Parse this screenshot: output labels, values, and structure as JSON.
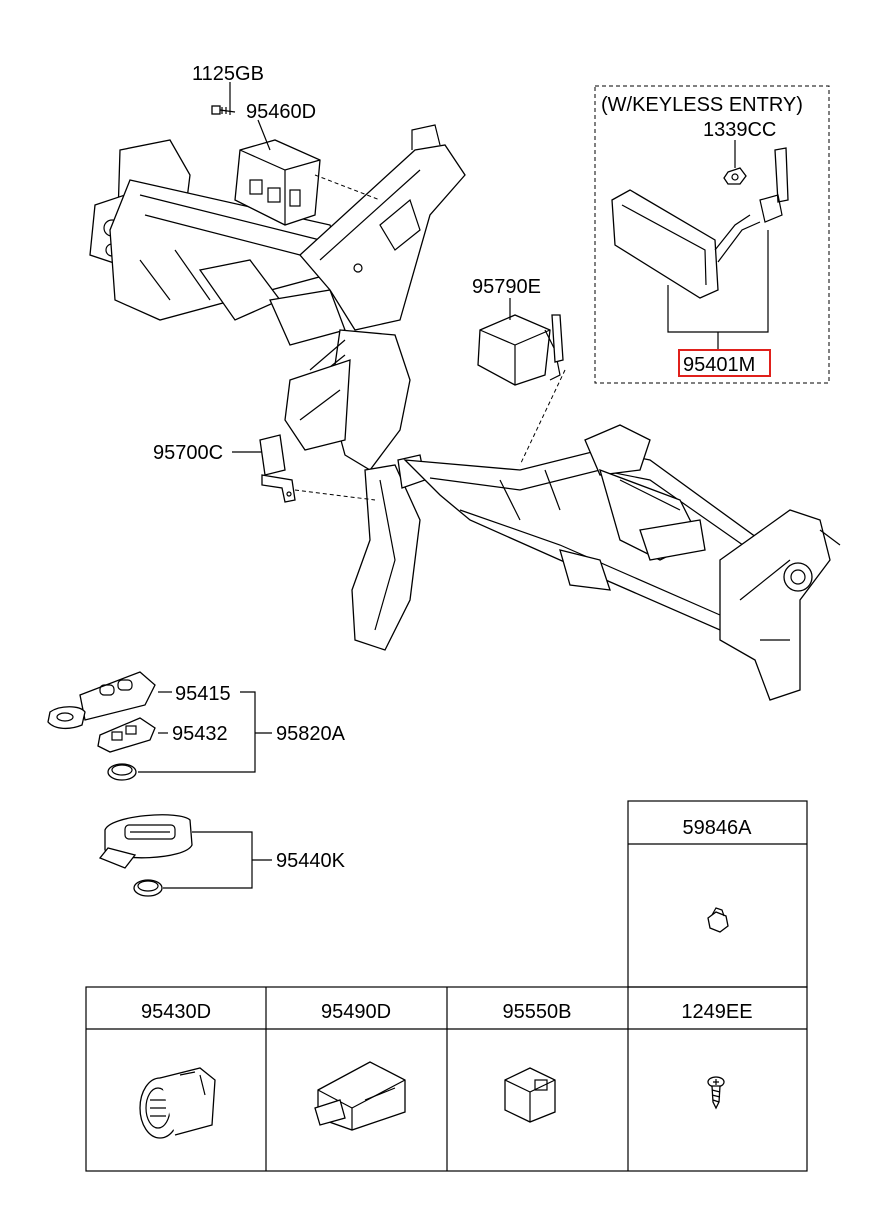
{
  "labels": {
    "bolt_1125gb": "1125GB",
    "module_95460d": "95460D",
    "keyless_title": "(W/KEYLESS ENTRY)",
    "nut_1339cc": "1339CC",
    "module_95790e": "95790E",
    "module_95401m": "95401M",
    "bracket_95700c": "95700C",
    "fob_95415": "95415",
    "fob_95432": "95432",
    "kit_95820a": "95820A",
    "smartkey_95440k": "95440K"
  },
  "highlight_color": "#e0201b",
  "table": {
    "top_cell": "59846A",
    "bottom_cells": [
      "95430D",
      "95490D",
      "95550B",
      "1249EE"
    ]
  }
}
